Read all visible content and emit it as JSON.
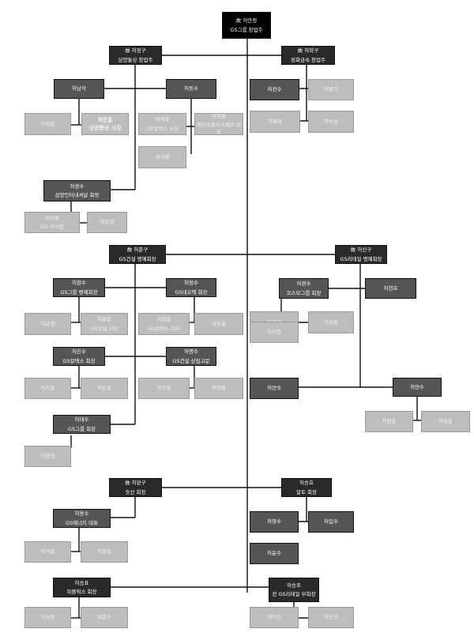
{
  "org_chart": {
    "nodes": [
      {
        "id": "n0",
        "line1": "故 허만정",
        "line2": "GS그룹 창업주",
        "level": 0
      },
      {
        "id": "n1",
        "line1": "故 허정구",
        "line2": "삼양통상 창업주",
        "level": 1
      },
      {
        "id": "n2",
        "line1": "故 허학구",
        "line2": "정화금속 창업주",
        "level": 1
      },
      {
        "id": "n3",
        "line1": "허남각",
        "line2": "",
        "level": 2
      },
      {
        "id": "n4",
        "line1": "허동수",
        "line2": "",
        "level": 2
      },
      {
        "id": "n5",
        "line1": "허정윤",
        "line2": "",
        "level": 3
      },
      {
        "id": "n6",
        "line1": "허준홍",
        "line2": "삼양통상 사장",
        "level": 3
      },
      {
        "id": "n7",
        "line1": "허세홍",
        "line2": "GS칼텍스 사장",
        "level": 3
      },
      {
        "id": "n8",
        "line1": "허자홍",
        "line2": "에이치플러스에코 대표",
        "level": 3
      },
      {
        "id": "n9",
        "line1": "허기영",
        "line2": "",
        "level": 3
      },
      {
        "id": "n10",
        "line1": "허광수",
        "line2": "삼양인터내셔날 회장",
        "level": 2
      },
      {
        "id": "n11",
        "line1": "허서홍",
        "line2": "GS 부사장",
        "level": 3
      },
      {
        "id": "n12",
        "line1": "허유정",
        "line2": "",
        "level": 3
      },
      {
        "id": "n13",
        "line1": "허전수",
        "line2": "",
        "level": 2
      },
      {
        "id": "n14",
        "line1": "허명가",
        "line2": "",
        "level": 3
      },
      {
        "id": "n15",
        "line1": "허혜자",
        "line2": "",
        "level": 3
      },
      {
        "id": "n16",
        "line1": "허숙원",
        "line2": "",
        "level": 3
      },
      {
        "id": "n17",
        "line1": "故 허준구",
        "line2": "GS건설 명예회장",
        "level": 1
      },
      {
        "id": "n18",
        "line1": "故 허신구",
        "line2": "GS리테일 명예회장",
        "level": 1
      },
      {
        "id": "n19",
        "line1": "허창수",
        "line2": "GS그룹 명예회장",
        "level": 2
      },
      {
        "id": "n20",
        "line1": "허정수",
        "line2": "GS네오텍 회장",
        "level": 2
      },
      {
        "id": "n21",
        "line1": "허윤영",
        "line2": "",
        "level": 3
      },
      {
        "id": "n22",
        "line1": "허윤홍",
        "line2": "GS건설 사장",
        "level": 3
      },
      {
        "id": "n23",
        "line1": "허철홍",
        "line2": "GS칼텍스 전무",
        "level": 3
      },
      {
        "id": "n24",
        "line1": "허두홍",
        "line2": "",
        "level": 3
      },
      {
        "id": "n25",
        "line1": "허진수",
        "line2": "GS칼텍스 회장",
        "level": 2
      },
      {
        "id": "n26",
        "line1": "허명수",
        "line2": "GS건설 상임고문",
        "level": 2
      },
      {
        "id": "n27",
        "line1": "허치홍",
        "line2": "",
        "level": 3
      },
      {
        "id": "n28",
        "line1": "허진홍",
        "line2": "",
        "level": 3
      },
      {
        "id": "n29",
        "line1": "허주홍",
        "line2": "",
        "level": 3
      },
      {
        "id": "n30",
        "line1": "허태홍",
        "line2": "",
        "level": 3
      },
      {
        "id": "n31",
        "line1": "허태수",
        "line2": "GS그룹 회장",
        "level": 2
      },
      {
        "id": "n32",
        "line1": "허정현",
        "line2": "",
        "level": 3
      },
      {
        "id": "n33",
        "line1": "허경수",
        "line2": "코스모그룹 회장",
        "level": 2
      },
      {
        "id": "n34",
        "line1": "허현호",
        "line2": "",
        "level": 2
      },
      {
        "id": "n35",
        "line1": "허수연",
        "line2": "",
        "level": 3
      },
      {
        "id": "n36",
        "line1": "허선홍",
        "line2": "",
        "level": 3
      },
      {
        "id": "n37",
        "line1": "허지연",
        "line2": "",
        "level": 3
      },
      {
        "id": "n38",
        "line1": "허연숙",
        "line2": "",
        "level": 2
      },
      {
        "id": "n39",
        "line1": "허연수",
        "line2": "",
        "level": 2
      },
      {
        "id": "n40",
        "line1": "허원홍",
        "line2": "",
        "level": 3
      },
      {
        "id": "n41",
        "line1": "허정윤",
        "line2": "",
        "level": 3
      },
      {
        "id": "n42",
        "line1": "故 허완구",
        "line2": "승산 회장",
        "level": 1
      },
      {
        "id": "n43",
        "line1": "허승효",
        "line2": "알토 회장",
        "level": 1
      },
      {
        "id": "n44",
        "line1": "허용수",
        "line2": "GS에너지 대표",
        "level": 2
      },
      {
        "id": "n45",
        "line1": "허석홍",
        "line2": "",
        "level": 3
      },
      {
        "id": "n46",
        "line1": "허정홍",
        "line2": "",
        "level": 3
      },
      {
        "id": "n47",
        "line1": "허영수",
        "line2": "",
        "level": 2
      },
      {
        "id": "n48",
        "line1": "허입수",
        "line2": "",
        "level": 2
      },
      {
        "id": "n49",
        "line1": "허윤수",
        "line2": "",
        "level": 2
      },
      {
        "id": "n50",
        "line1": "허승표",
        "line2": "피플웍스 회장",
        "level": 1
      },
      {
        "id": "n51",
        "line1": "허승조",
        "line2": "전 GS리테일 부회장",
        "level": 1
      },
      {
        "id": "n52",
        "line1": "허서영",
        "line2": "",
        "level": 3
      },
      {
        "id": "n53",
        "line1": "허준수",
        "line2": "",
        "level": 3
      },
      {
        "id": "n54",
        "line1": "허지안",
        "line2": "",
        "level": 3
      },
      {
        "id": "n55",
        "line1": "허민경",
        "line2": "",
        "level": 3
      }
    ]
  }
}
